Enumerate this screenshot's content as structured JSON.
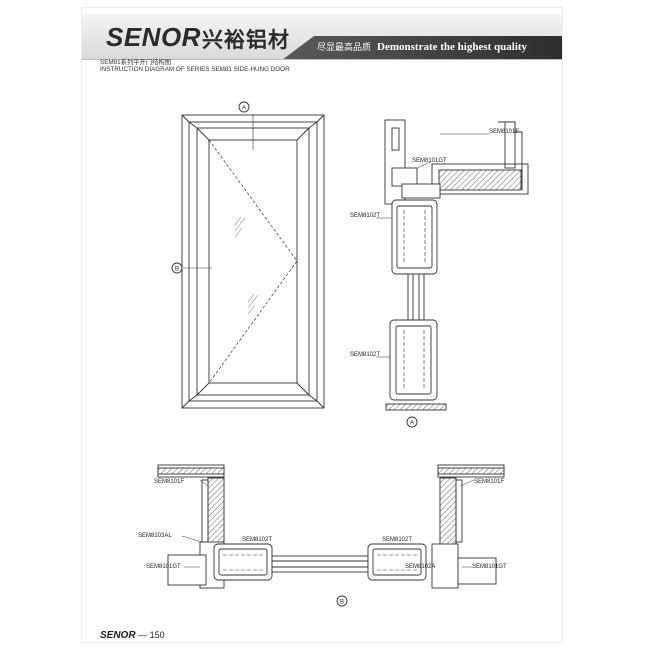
{
  "header": {
    "logo_text": "SENOR",
    "brand_cn": "兴裕铝材",
    "slogan_cn": "尽显最高品质",
    "slogan_en": "Demonstrate the highest quality"
  },
  "document": {
    "title_cn": "SEM81系列平开门结构图",
    "title_en": "INSTRUCTION DIAGRAM OF SERIES SEM81 SIDE-HUNG DOOR"
  },
  "elevation": {
    "label_a": "A",
    "label_b": "B"
  },
  "section_a": {
    "part_frame": "SEM8101F",
    "part_glazing": "SEM8101GT",
    "part_sash_top": "SEM8102T",
    "part_sash_bottom": "SEM8102T",
    "section_label": "A"
  },
  "section_b": {
    "left_frame": "SEM8101F",
    "left_adapter": "SEM8103AL",
    "left_glazing": "SEM8101GT",
    "left_sash": "SEM8102T",
    "right_sash": "SEM8102T",
    "right_adapter": "SEM8102A",
    "right_frame": "SEM8101F",
    "right_glazing": "SEM8101GT",
    "section_label": "B"
  },
  "footer": {
    "logo_text": "SENOR",
    "page_number": "— 150"
  },
  "colors": {
    "banner_dark": "#3d3d3d",
    "banner_light": "#e9e9e9",
    "line": "#333333",
    "wall_fill": "#777777"
  }
}
